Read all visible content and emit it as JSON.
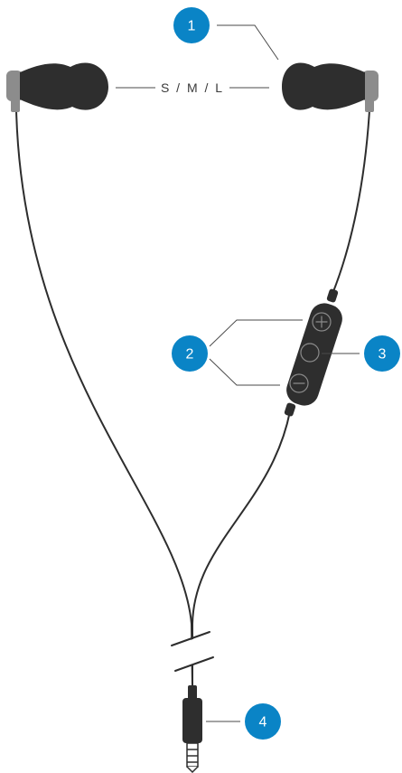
{
  "colors": {
    "callout": "#0a84c6",
    "earbud": "#2e2e2e",
    "nozzle": "#8c8c8c",
    "cable": "#2d2d2d",
    "leader": "#4a4a4a"
  },
  "size_label": "S / M / L",
  "callouts": [
    {
      "number": "1"
    },
    {
      "number": "2"
    },
    {
      "number": "3"
    },
    {
      "number": "4"
    }
  ],
  "controls": {
    "top_icon": "plus-icon",
    "middle_icon": "circle-button-icon",
    "bottom_icon": "minus-icon"
  }
}
